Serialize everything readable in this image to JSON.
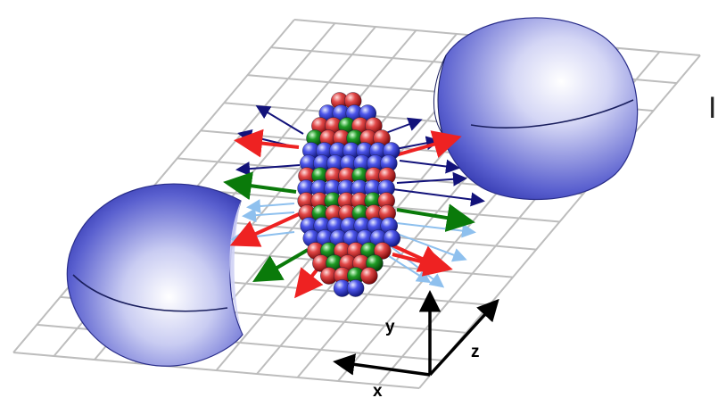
{
  "diagram": {
    "axes": {
      "x": "x",
      "y": "y",
      "z": "z"
    },
    "edge_label": "I"
  },
  "colors": {
    "grid": "#bdbdbd",
    "nucleus_sphere": "#2a2fb0",
    "nucleon_red": "#d81b1b",
    "nucleon_green": "#0b7d12",
    "nucleon_blue": "#3540e0",
    "arrow_red": "#ee2222",
    "arrow_green": "#0a7a0a",
    "arrow_navy": "#12127a",
    "arrow_light_blue": "#8ec0ee"
  }
}
